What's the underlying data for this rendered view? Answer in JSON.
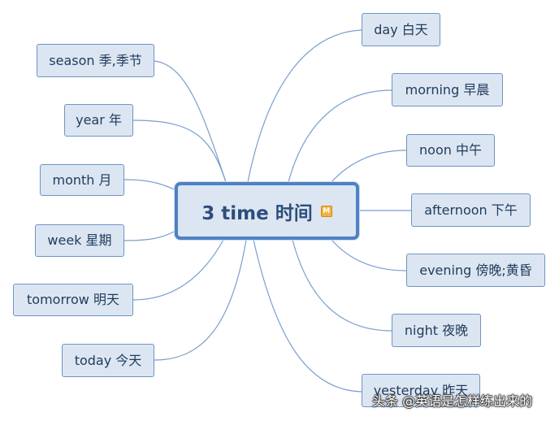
{
  "center": {
    "label": "3 time 时间",
    "badge": "M"
  },
  "left_nodes": [
    {
      "label": "season 季,季节"
    },
    {
      "label": "year 年"
    },
    {
      "label": "month 月"
    },
    {
      "label": "week 星期"
    },
    {
      "label": "tomorrow 明天"
    },
    {
      "label": "today 今天"
    }
  ],
  "right_nodes": [
    {
      "label": "day 白天"
    },
    {
      "label": "morning 早晨"
    },
    {
      "label": "noon 中午"
    },
    {
      "label": "afternoon 下午"
    },
    {
      "label": "evening 傍晚;黄昏"
    },
    {
      "label": "night 夜晚"
    },
    {
      "label": "yesterday 昨天"
    }
  ],
  "watermark": "头条 @英语是怎样练出来的",
  "colors": {
    "node_fill": "#dce6f2",
    "node_border": "#6f94c4",
    "center_border": "#4d82c4",
    "link": "#7a9fcd",
    "text": "#1f3b5c"
  }
}
